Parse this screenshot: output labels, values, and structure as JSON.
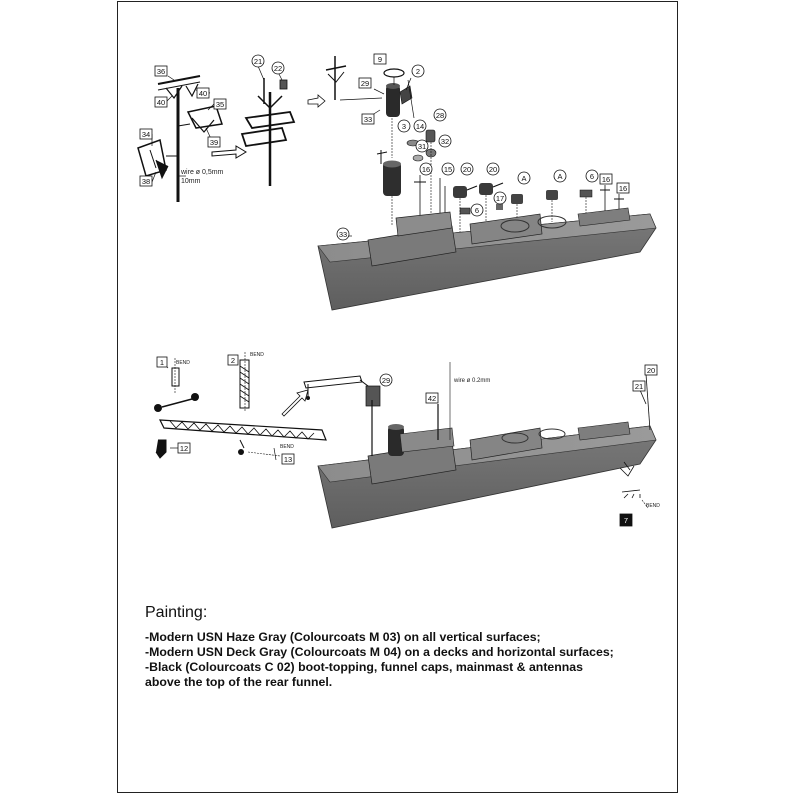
{
  "top_assembly": {
    "callouts": [
      "36",
      "40",
      "40",
      "35",
      "39",
      "34",
      "38",
      "21",
      "22",
      "9",
      "29",
      "33",
      "2",
      "3",
      "14",
      "28",
      "31",
      "32",
      "16",
      "15",
      "20",
      "20",
      "6",
      "17",
      "A",
      "A",
      "6",
      "16",
      "16",
      "33"
    ],
    "wire_note_line1": "wire ø 0,5mm",
    "wire_note_line2": "10mm"
  },
  "bottom_assembly": {
    "callouts": [
      "1",
      "2",
      "12",
      "13",
      "29",
      "42",
      "20",
      "21",
      "7"
    ],
    "bend_labels": [
      "BEND",
      "BEND",
      "BEND",
      "BEND"
    ],
    "wire_note": "wire ø 0.2mm"
  },
  "painting": {
    "title": "Painting:",
    "lines": [
      "-Modern USN Haze Gray (Colourcoats M 03) on all vertical surfaces;",
      "-Modern USN Deck Gray (Colourcoats M 04) on a decks and horizontal surfaces;",
      "-Black (Colourcoats C 02) boot-topping, funnel caps, mainmast & antennas",
      "above the top of the rear funnel."
    ]
  },
  "colors": {
    "hull_side": "#6e6e6e",
    "deck": "#8a8a8a",
    "dark_part": "#2a2a2a",
    "line": "#111111"
  }
}
